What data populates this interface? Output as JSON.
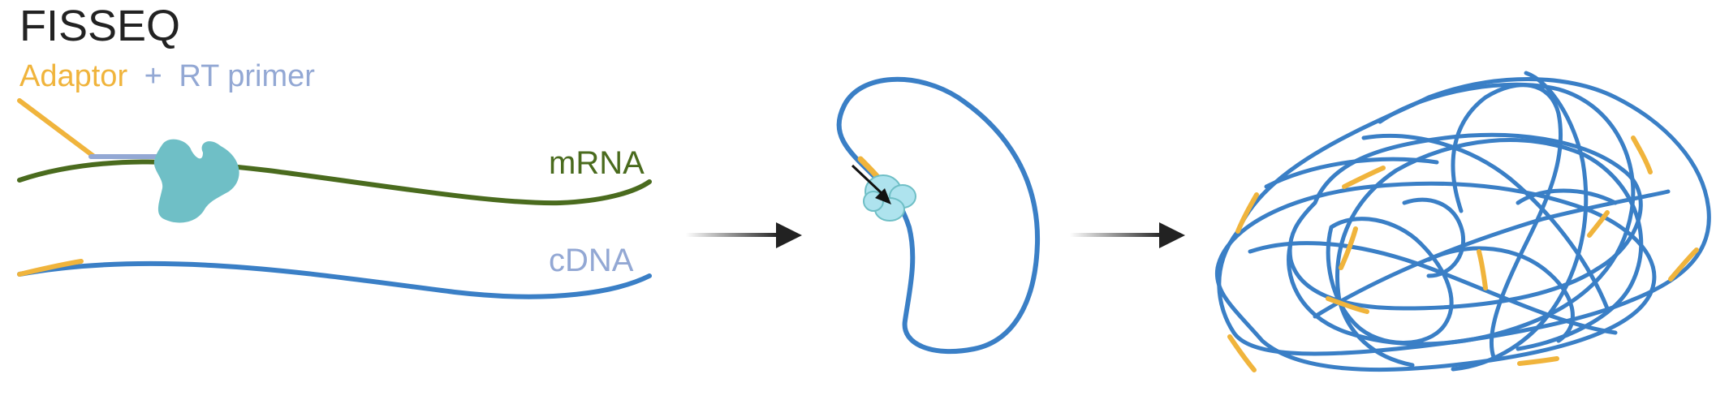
{
  "title": "FISSEQ",
  "legend": {
    "adaptor": "Adaptor",
    "plus": "+",
    "rt_primer": "RT primer"
  },
  "labels": {
    "mrna": "mRNA",
    "cdna": "cDNA"
  },
  "colors": {
    "adaptor": "#f0b43c",
    "rt_primer": "#93a8d4",
    "mrna": "#4a6b1e",
    "cdna": "#3a7fc6",
    "enzyme": "#6fbfc6",
    "ligase": "#aee3ee",
    "arrow": "#222222",
    "title": "#222222"
  },
  "icons": {
    "reverse_transcriptase": "enzyme-blob-icon",
    "ligase": "ligase-enzyme-icon",
    "step_arrow": "right-arrow-icon"
  }
}
